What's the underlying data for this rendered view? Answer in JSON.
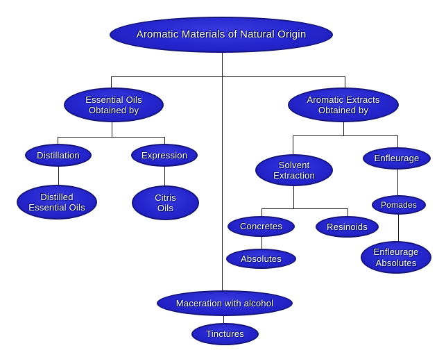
{
  "diagram": {
    "title": "Aromatic Materials of Natural Origin",
    "type": "flowchart-tree",
    "nodes": {
      "root": {
        "label": "Aromatic Materials of Natural Origin"
      },
      "essential_oils": {
        "label": "Essential Oils\nObtained by"
      },
      "aromatic_extracts": {
        "label": "Aromatic Extracts\nObtained by"
      },
      "distillation": {
        "label": "Distillation"
      },
      "expression": {
        "label": "Expression"
      },
      "distilled_essential_oils": {
        "label": "Distilled\nEssential Oils"
      },
      "citris_oils": {
        "label": "Citris\nOils"
      },
      "solvent_extraction": {
        "label": "Solvent\nExtraction"
      },
      "enfleurage": {
        "label": "Enfleurage"
      },
      "concretes": {
        "label": "Concretes"
      },
      "resinoids": {
        "label": "Resinoids"
      },
      "pomades": {
        "label": "Pomades"
      },
      "absolutes": {
        "label": "Absolutes"
      },
      "enfleurage_absolutes": {
        "label": "Enfleurage\nAbsolutes"
      },
      "maceration": {
        "label": "Maceration with alcohol"
      },
      "tinctures": {
        "label": "Tinctures"
      }
    },
    "edges": [
      {
        "from": "root",
        "to": "essential_oils"
      },
      {
        "from": "root",
        "to": "aromatic_extracts"
      },
      {
        "from": "root",
        "to": "maceration"
      },
      {
        "from": "essential_oils",
        "to": "distillation"
      },
      {
        "from": "essential_oils",
        "to": "expression"
      },
      {
        "from": "distillation",
        "to": "distilled_essential_oils"
      },
      {
        "from": "expression",
        "to": "citris_oils"
      },
      {
        "from": "aromatic_extracts",
        "to": "solvent_extraction"
      },
      {
        "from": "aromatic_extracts",
        "to": "enfleurage"
      },
      {
        "from": "solvent_extraction",
        "to": "concretes"
      },
      {
        "from": "solvent_extraction",
        "to": "resinoids"
      },
      {
        "from": "concretes",
        "to": "absolutes"
      },
      {
        "from": "enfleurage",
        "to": "pomades"
      },
      {
        "from": "pomades",
        "to": "enfleurage_absolutes"
      },
      {
        "from": "maceration",
        "to": "tinctures"
      }
    ],
    "colors": {
      "node_fill": "#2525cd",
      "node_border": "#14147a",
      "node_text": "#ffffff",
      "connector": "#1c1c1c",
      "background": "#ffffff"
    }
  }
}
